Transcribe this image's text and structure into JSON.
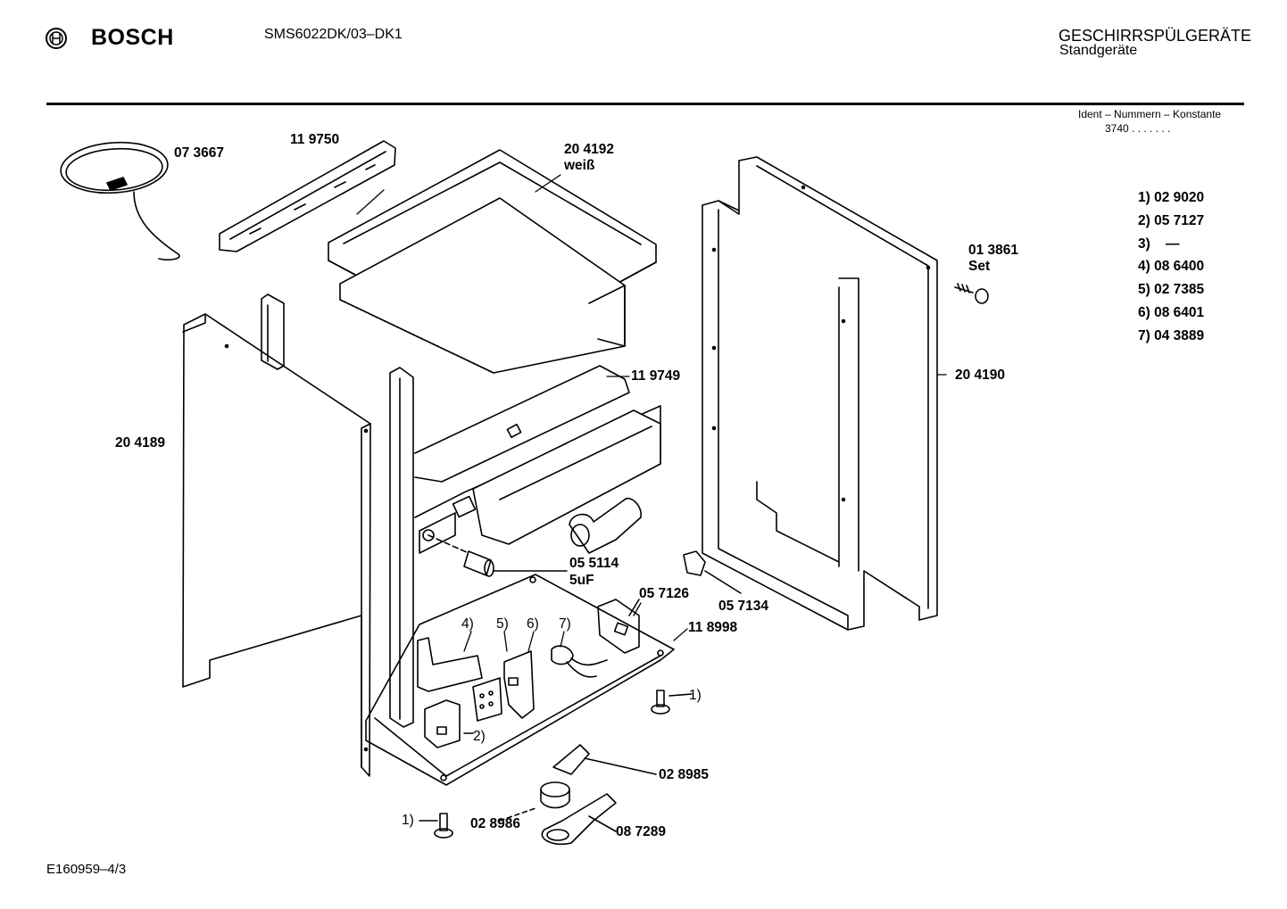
{
  "header": {
    "brand": "BOSCH",
    "model": "SMS6022DK/03–DK1",
    "category": "GESCHIRRSPÜLGERÄTE",
    "subcategory": "Standgeräte"
  },
  "ident": {
    "title": "Ident – Nummern – Konstante",
    "value": "3740 . . . . . . ."
  },
  "legend": [
    {
      "key": "1)",
      "part": "02 9020"
    },
    {
      "key": "2)",
      "part": "05 7127"
    },
    {
      "key": "3)",
      "part": "—"
    },
    {
      "key": "4)",
      "part": "08 6400"
    },
    {
      "key": "5)",
      "part": "02 7385"
    },
    {
      "key": "6)",
      "part": "08 6401"
    },
    {
      "key": "7)",
      "part": "04 3889"
    }
  ],
  "parts": {
    "p073667": "07 3667",
    "p119750": "11 9750",
    "p204192": "20 4192",
    "p204192_note": "weiß",
    "p013861": "01 3861",
    "p013861_note": "Set",
    "p119749": "11 9749",
    "p204190": "20 4190",
    "p204189": "20 4189",
    "p055114": "05 5114",
    "p055114_note": "5uF",
    "p057126": "05 7126",
    "p057134": "05 7134",
    "p118998": "11 8998",
    "c4": "4)",
    "c5": "5)",
    "c6": "6)",
    "c7": "7)",
    "c1a": "1)",
    "c2": "2)",
    "p028985": "02 8985",
    "c1b": "1)",
    "p028986": "02 8986",
    "p087289": "08 7289"
  },
  "footer": {
    "drawing_id": "E160959–4/3"
  }
}
